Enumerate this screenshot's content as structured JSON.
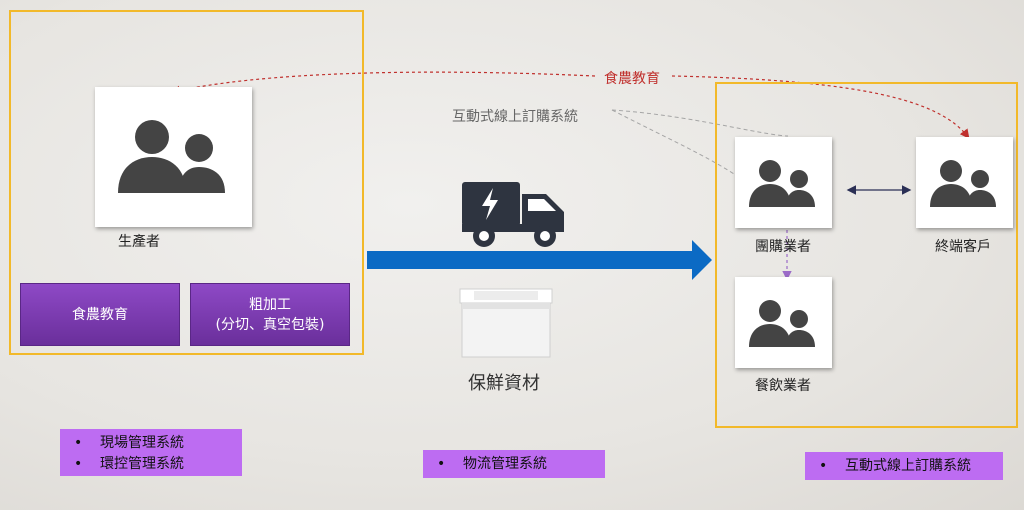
{
  "producer": {
    "label": "生產者"
  },
  "producer_buttons": {
    "food_education": "食農教育",
    "processing_line1": "粗加工",
    "processing_line2": "(分切、真空包裝)"
  },
  "middle": {
    "online_system_label": "互動式線上訂購系統",
    "fresh_materials_label": "保鮮資材"
  },
  "right": {
    "group_buyer_label": "團購業者",
    "end_customer_label": "終端客戶",
    "restaurant_label": "餐飲業者",
    "food_education_arrow_label": "食農教育"
  },
  "bottom_lists": {
    "left": [
      "現場管理系統",
      "環控管理系統"
    ],
    "middle": [
      "物流管理系統"
    ],
    "right": [
      "互動式線上訂購系統"
    ]
  },
  "colors": {
    "frame": "#f2b92a",
    "arrow_blue": "#0b6ac4",
    "purple": "#bd6cf2",
    "red_arrow": "#c0302d"
  },
  "icons": [
    "people-icon",
    "truck-icon",
    "lightning-icon",
    "styrofoam-box-icon"
  ]
}
